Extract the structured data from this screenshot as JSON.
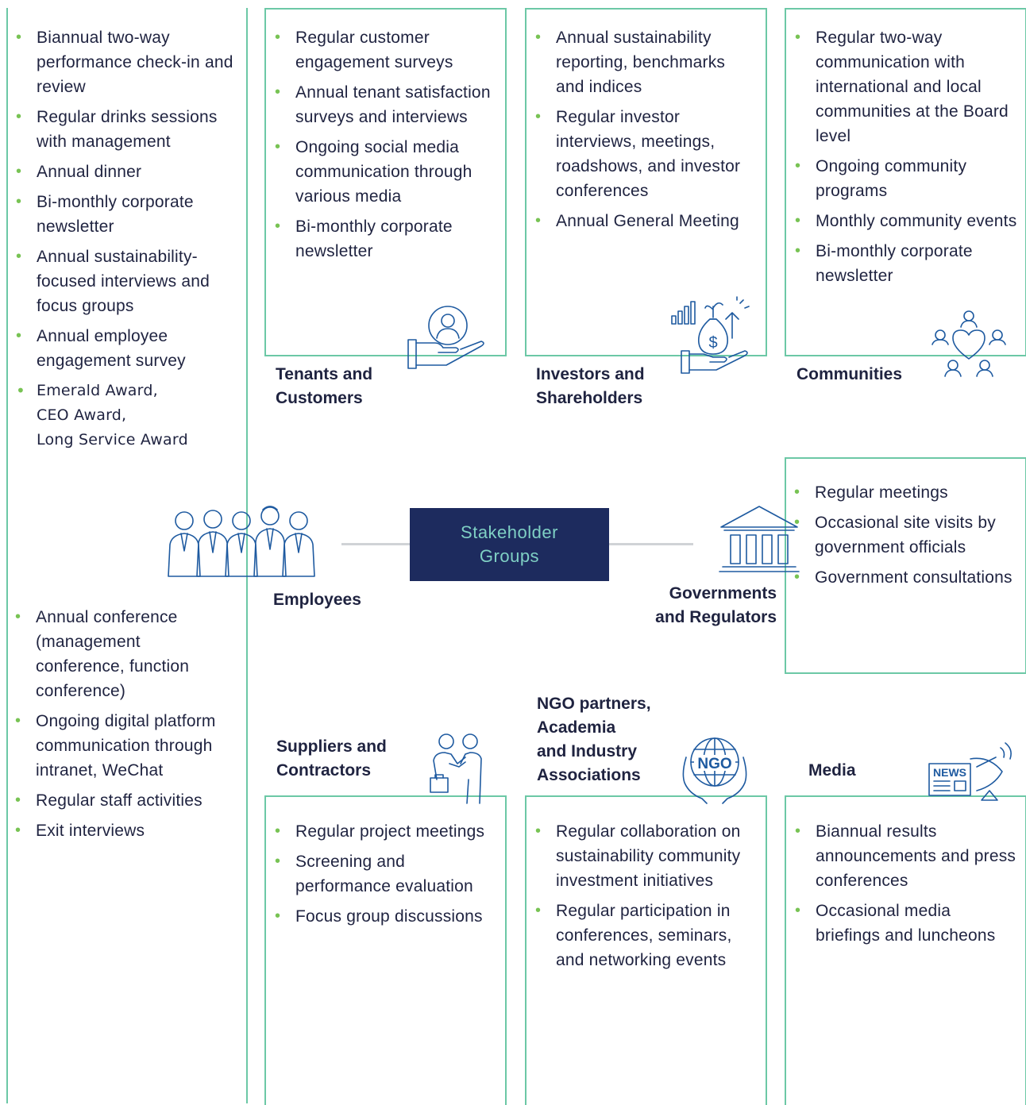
{
  "center_label": "Stakeholder\nGroups",
  "groups": {
    "employees": {
      "label": "Employees",
      "items_top": [
        "Biannual two-way performance check-in and review",
        "Regular drinks sessions with management",
        "Annual dinner",
        "Bi-monthly corporate newsletter",
        "Annual sustainability-focused interviews and focus groups",
        "Annual employee engagement survey"
      ],
      "award": "Emerald Award,\nCEO Award,\nLong Service Award",
      "items_bottom": [
        "Annual conference (management conference, function conference)",
        "Ongoing digital platform communication through intranet, WeChat",
        "Regular staff activities",
        "Exit interviews"
      ]
    },
    "tenants": {
      "label": "Tenants and\nCustomers",
      "items": [
        "Regular customer engagement surveys",
        "Annual tenant satisfaction surveys and interviews",
        "Ongoing social media communication through various media",
        "Bi-monthly corporate newsletter"
      ]
    },
    "investors": {
      "label": "Investors and\nShareholders",
      "items": [
        "Annual sustainability reporting, benchmarks and indices",
        "Regular investor interviews, meetings, roadshows, and investor conferences",
        "Annual General Meeting"
      ]
    },
    "communities": {
      "label": "Communities",
      "items": [
        "Regular two-way communication with international and local communities at the Board level",
        "Ongoing community programs",
        "Monthly community events",
        "Bi-monthly corporate newsletter"
      ]
    },
    "governments": {
      "label": "Governments\nand Regulators",
      "items": [
        "Regular meetings",
        "Occasional site visits by government officials",
        "Government consultations"
      ]
    },
    "suppliers": {
      "label": "Suppliers and\nContractors",
      "items": [
        "Regular project meetings",
        "Screening and performance evaluation",
        "Focus group discussions"
      ]
    },
    "ngo": {
      "label": "NGO partners,\nAcademia\nand Industry\nAssociations",
      "icon_text": "NGO",
      "items": [
        "Regular collaboration on sustainability community investment initiatives",
        "Regular participation in conferences, seminars, and networking events"
      ]
    },
    "media": {
      "label": "Media",
      "icon_text": "NEWS",
      "items": [
        "Biannual results announcements and press conferences",
        "Occasional media briefings and luncheons"
      ]
    }
  },
  "colors": {
    "border": "#6cc8a6",
    "bullet": "#78c354",
    "center_bg": "#1d2b5e",
    "center_text": "#7fd0c4",
    "icon": "#1e5aa0"
  },
  "icons": [
    "employees-group-icon",
    "customer-hand-icon",
    "investment-growth-icon",
    "community-heart-icon",
    "government-building-icon",
    "handshake-icon",
    "ngo-globe-icon",
    "news-satellite-icon"
  ]
}
